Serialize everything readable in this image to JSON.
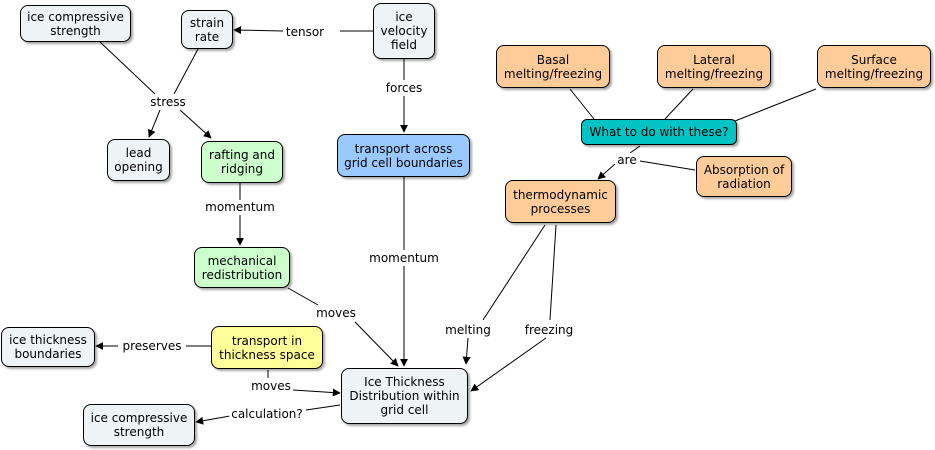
{
  "colors": {
    "neutral_node": "#eef3f5",
    "green_node": "#ccffcc",
    "blue_node": "#99c9ff",
    "orange_node": "#ffcc99",
    "yellow_node": "#ffff99",
    "teal_node": "#00c4c4"
  },
  "nodes": {
    "ice_compressive_strength_top": "ice compressive\nstrength",
    "strain_rate": "strain\nrate",
    "ice_velocity_field": "ice\nvelocity\nfield",
    "lead_opening": "lead\nopening",
    "rafting_and_ridging": "rafting and\nridging",
    "transport_across_grid": "transport across\ngrid cell boundaries",
    "basal_melting": "Basal\nmelting/freezing",
    "lateral_melting": "Lateral\nmelting/freezing",
    "surface_melting": "Surface\nmelting/freezing",
    "what_to_do": "What to do with these?",
    "absorption": "Absorption of\nradiation",
    "thermodynamic_processes": "thermodynamic\nprocesses",
    "mechanical_redistribution": "mechanical\nredistribution",
    "ice_thickness_boundaries": "ice thickness\nboundaries",
    "transport_thickness_space": "transport in\nthickness space",
    "itd": "Ice Thickness\nDistribution within\ngrid cell",
    "ice_compressive_strength_bottom": "ice compressive\nstrength"
  },
  "links": {
    "tensor": "tensor",
    "stress": "stress",
    "forces": "forces",
    "momentum_1": "momentum",
    "momentum_2": "momentum",
    "are": "are",
    "moves_1": "moves",
    "melting": "melting",
    "freezing": "freezing",
    "preserves": "preserves",
    "moves_2": "moves",
    "calculation": "calculation?"
  }
}
